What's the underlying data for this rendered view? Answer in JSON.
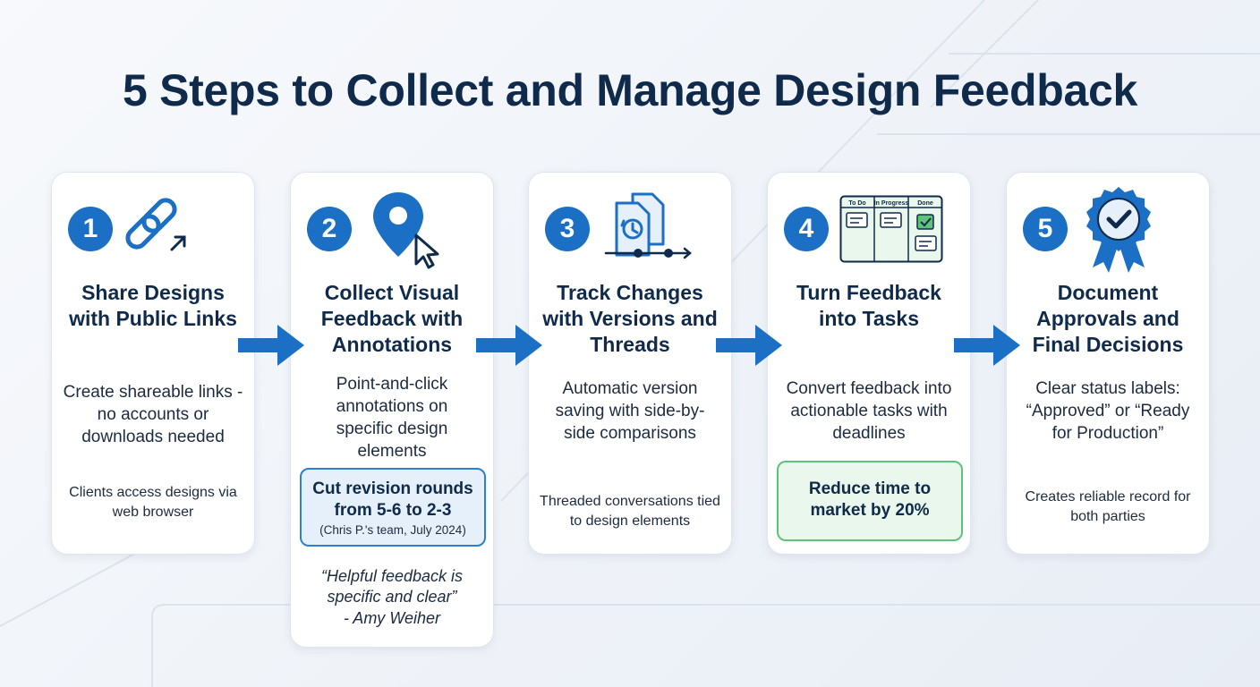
{
  "title": "5 Steps to Collect and Manage Design Feedback",
  "colors": {
    "accent": "#1b6fc4",
    "title": "#0f2a4a",
    "highlight_blue": "#2f7fd0",
    "highlight_green": "#5fc27a"
  },
  "steps": [
    {
      "number": "1",
      "icon": "link-icon",
      "title": "Share Designs with Public Links",
      "description": "Create shareable links - no accounts or downloads needed",
      "note": "Clients access designs via web browser"
    },
    {
      "number": "2",
      "icon": "map-pin-cursor-icon",
      "title": "Collect Visual Feedback with Annotations",
      "description": "Point-and-click annotations on specific design elements",
      "highlight": "Cut revision rounds from 5-6 to 2-3",
      "highlight_source": "(Chris P.'s team, July 2024)",
      "quote": "“Helpful feedback is specific and clear”",
      "quote_author": "- Amy Weiher"
    },
    {
      "number": "3",
      "icon": "version-history-icon",
      "title": "Track Changes with Versions and Threads",
      "description": "Automatic version saving with side-by-side comparisons",
      "note": "Threaded conversations tied to design elements"
    },
    {
      "number": "4",
      "icon": "kanban-board-icon",
      "board_columns": [
        "To Do",
        "In Progress",
        "Done"
      ],
      "title": "Turn Feedback into Tasks",
      "description": "Convert feedback into actionable tasks with deadlines",
      "highlight": "Reduce time to market by 20%"
    },
    {
      "number": "5",
      "icon": "approval-badge-icon",
      "title": "Document Approvals and Final Decisions",
      "description": "Clear status labels: “Approved” or “Ready for Production”",
      "note": "Creates reliable record for both parties"
    }
  ]
}
